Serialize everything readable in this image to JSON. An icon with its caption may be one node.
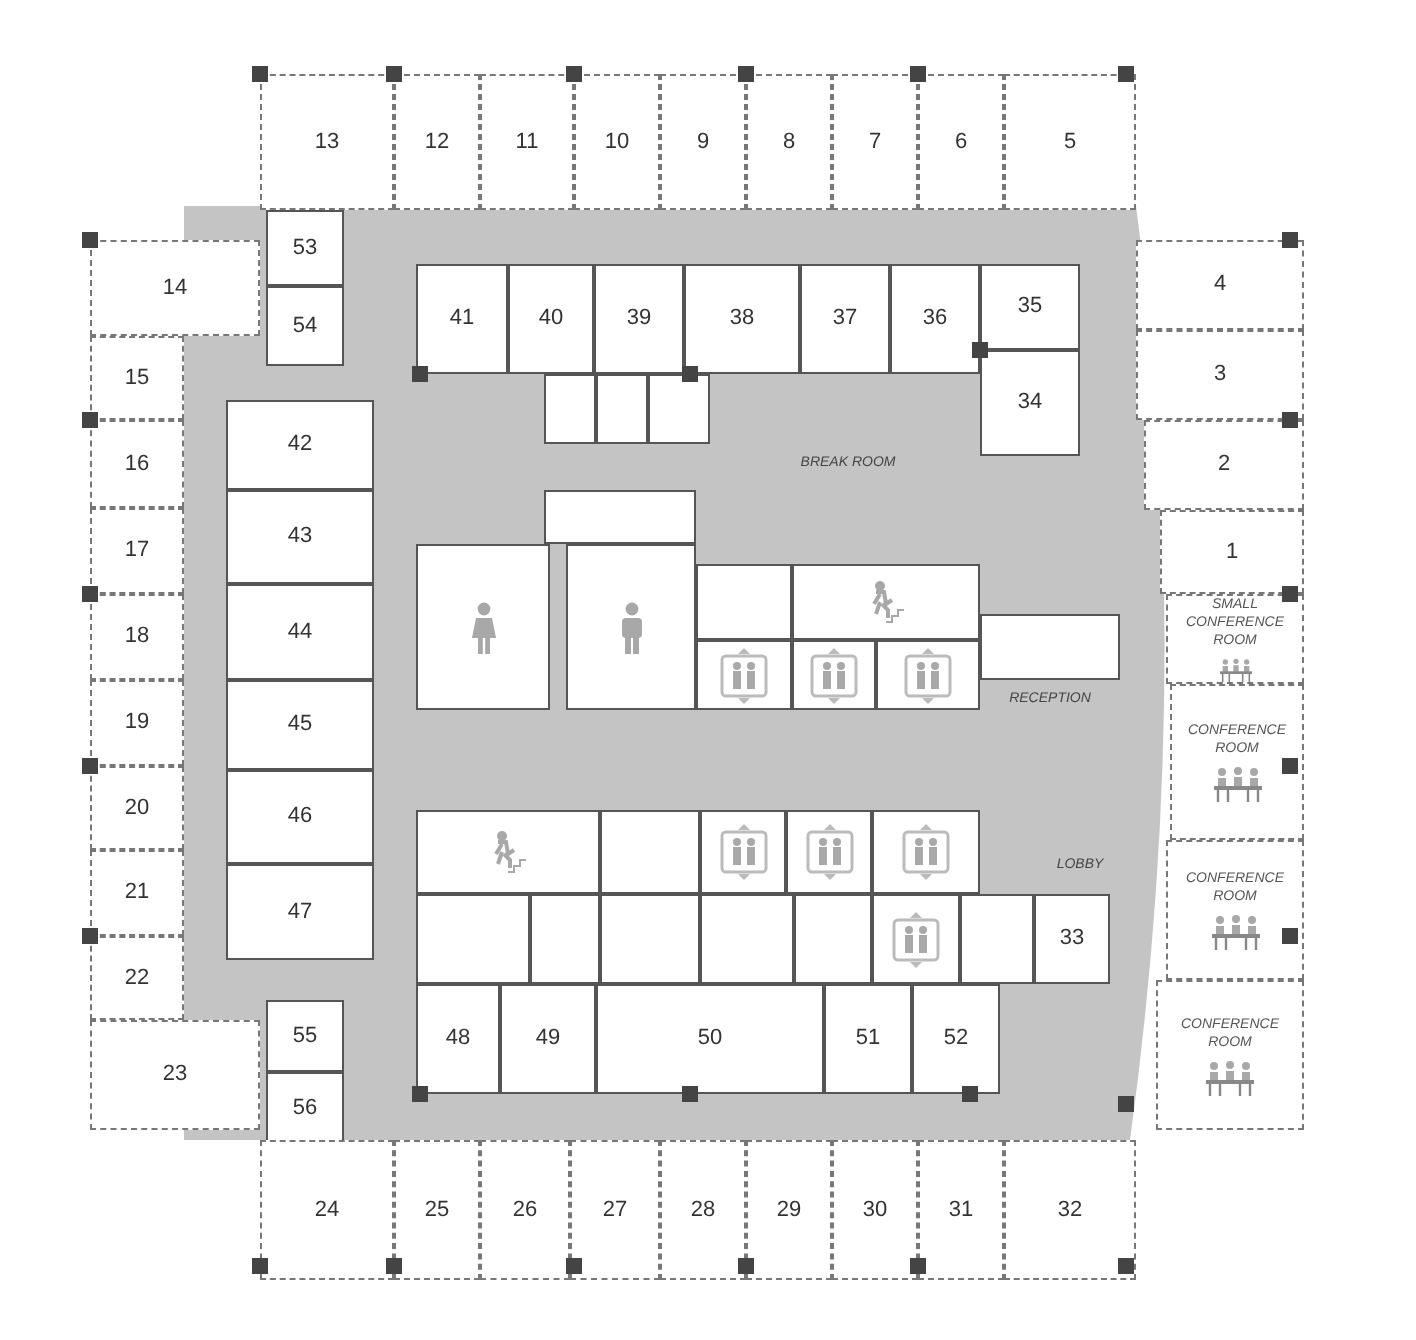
{
  "diagram": {
    "nodes": [
      {
        "text": [
          "13"
        ]
      },
      {
        "text": [
          "12"
        ]
      },
      {
        "text": [
          "11"
        ]
      },
      {
        "text": [
          "10"
        ]
      },
      {
        "text": [
          "9"
        ]
      },
      {
        "text": [
          "8"
        ]
      },
      {
        "text": [
          "7"
        ]
      },
      {
        "text": [
          "6"
        ]
      },
      {
        "text": [
          "5"
        ]
      },
      {
        "text": [
          "53"
        ]
      },
      {
        "text": [
          "54"
        ]
      },
      {
        "text": [
          "14"
        ]
      },
      {
        "text": [
          "4"
        ]
      },
      {
        "text": [
          "41"
        ]
      },
      {
        "text": [
          "40"
        ]
      },
      {
        "text": [
          "39"
        ]
      },
      {
        "text": [
          "38"
        ]
      },
      {
        "text": [
          "37"
        ]
      },
      {
        "text": [
          "36"
        ]
      },
      {
        "text": [
          "35"
        ]
      },
      {
        "text": [
          "15"
        ]
      },
      {
        "text": [
          "3"
        ]
      },
      {
        "text": [
          "34"
        ]
      },
      {
        "text": [],
        "shape": "box"
      },
      {
        "text": [],
        "shape": "box"
      },
      {
        "text": [],
        "shape": "box"
      },
      {
        "text": [
          "16"
        ]
      },
      {
        "text": [
          "42"
        ]
      },
      {
        "text": [
          "2"
        ]
      },
      {
        "text": [
          "17"
        ]
      },
      {
        "text": [
          "43"
        ]
      },
      {
        "text": [
          "1"
        ]
      },
      {
        "text": [],
        "shape": "box"
      },
      {
        "text": [],
        "shape": "box"
      },
      {
        "text": [],
        "shape": "box"
      },
      {
        "text": [],
        "shape": "box"
      },
      {
        "text": [],
        "shape": "box"
      },
      {
        "text": [],
        "shape": "box"
      },
      {
        "text": [],
        "shape": "box"
      },
      {
        "text": [],
        "shape": "box"
      },
      {
        "text": [],
        "shape": "box"
      },
      {
        "text": [
          "18"
        ]
      },
      {
        "text": [
          "44"
        ]
      },
      {
        "text": [
          "SMALL CONFERENCE ROOM"
        ]
      },
      {
        "text": [
          "19"
        ]
      },
      {
        "text": [
          "45"
        ]
      },
      {
        "text": [
          "CONFERENCE ROOM"
        ]
      },
      {
        "text": [
          "20"
        ]
      },
      {
        "text": [
          "46"
        ]
      },
      {
        "text": [],
        "shape": "box"
      },
      {
        "text": [],
        "shape": "box"
      },
      {
        "text": [],
        "shape": "box"
      },
      {
        "text": [],
        "shape": "box"
      },
      {
        "text": [],
        "shape": "box"
      },
      {
        "text": [
          "21"
        ]
      },
      {
        "text": [
          "47"
        ]
      },
      {
        "text": [
          "CONFERENCE ROOM"
        ]
      },
      {
        "text": [],
        "shape": "box"
      },
      {
        "text": [],
        "shape": "box"
      },
      {
        "text": [],
        "shape": "box"
      },
      {
        "text": [],
        "shape": "box"
      },
      {
        "text": [],
        "shape": "box"
      },
      {
        "text": [],
        "shape": "box"
      },
      {
        "text": [],
        "shape": "box"
      },
      {
        "text": [
          "33"
        ]
      },
      {
        "text": [
          "22"
        ]
      },
      {
        "text": [
          "CONFERENCE ROOM"
        ]
      },
      {
        "text": [
          "48"
        ]
      },
      {
        "text": [
          "49"
        ]
      },
      {
        "text": [
          "50"
        ]
      },
      {
        "text": [
          "51"
        ]
      },
      {
        "text": [
          "52"
        ]
      },
      {
        "text": [
          "23"
        ]
      },
      {
        "text": [
          "55"
        ]
      },
      {
        "text": [
          "56"
        ]
      },
      {
        "text": [
          "24"
        ]
      },
      {
        "text": [
          "25"
        ]
      },
      {
        "text": [
          "26"
        ]
      },
      {
        "text": [
          "27"
        ]
      },
      {
        "text": [
          "28"
        ]
      },
      {
        "text": [
          "29"
        ]
      },
      {
        "text": [
          "30"
        ]
      },
      {
        "text": [
          "31"
        ]
      },
      {
        "text": [
          "32"
        ]
      }
    ],
    "labels": [
      "BREAK ROOM",
      "RECEPTION",
      "LOBBY"
    ]
  }
}
